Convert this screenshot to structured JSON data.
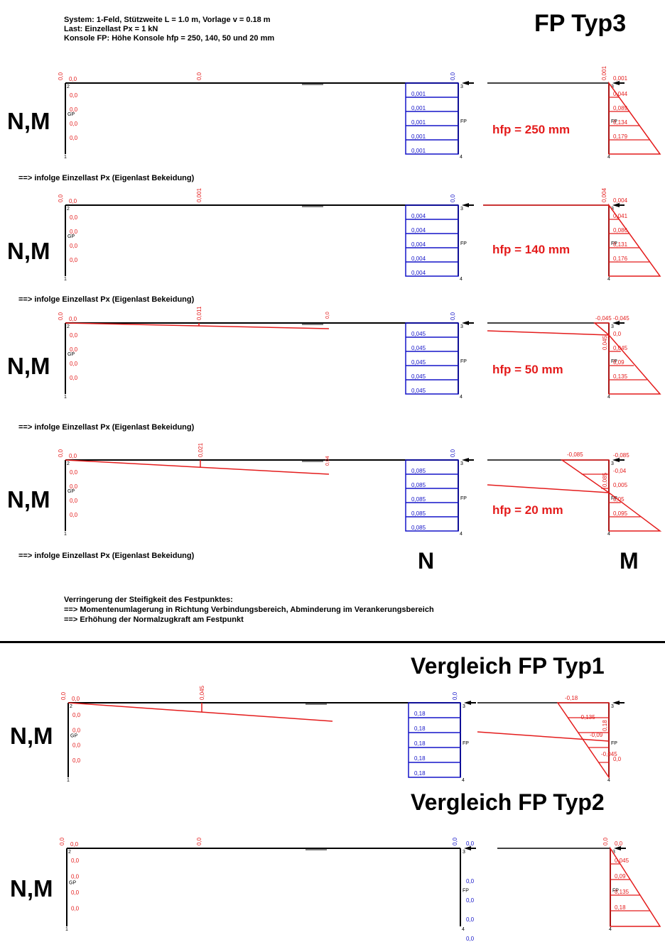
{
  "header": {
    "line1": "System: 1-Feld, Stützweite L = 1.0 m, Vorlage v = 0.18 m",
    "line2": "Last: Einzellast Px = 1 kN",
    "line3": "Konsole FP: Höhe Konsole hfp = 250, 140, 50 und 20 mm"
  },
  "title_main": "FP Typ3",
  "nm_label": "N,M",
  "note_text": "==> infolge Einzellast Px (Eigenlast Bekeidung)",
  "node_labels": {
    "n1": "1",
    "n2": "2",
    "n3": "3",
    "n4": "4",
    "gp": "GP",
    "fp": "FP"
  },
  "colors": {
    "moment": "#e41c1c",
    "normal": "#1414c8",
    "structure": "#000000"
  },
  "diagrams": [
    {
      "hfp": "hfp = 250 mm",
      "beam": [
        "0,0",
        "0,0",
        "0,0"
      ],
      "left_col": [
        "0,0",
        "0,0",
        "0,0",
        "0,0"
      ],
      "n_top": "0,0",
      "n_vals": [
        "0,001",
        "0,001",
        "0,001",
        "0,001",
        "0,001"
      ],
      "m_top": "0,001",
      "m_vals": [
        "0,001",
        "0,044",
        "0,089",
        "0,134",
        "0,179"
      ]
    },
    {
      "hfp": "hfp = 140 mm",
      "beam": [
        "0,0",
        "0,001",
        "0,0"
      ],
      "left_col": [
        "0,0",
        "0,0",
        "0,0",
        "0,0"
      ],
      "n_top": "0,0",
      "n_vals": [
        "0,004",
        "0,004",
        "0,004",
        "0,004",
        "0,004"
      ],
      "m_top": "0,004",
      "m_vals": [
        "0,004",
        "0,041",
        "0,086",
        "0,131",
        "0,176"
      ]
    },
    {
      "hfp": "hfp = 50 mm",
      "beam": [
        "0,0",
        "0,011",
        "0,0"
      ],
      "left_col": [
        "0,0",
        "0,0",
        "0,0",
        "0,0"
      ],
      "n_top": "0,0",
      "n_vals": [
        "0,045",
        "0,045",
        "0,045",
        "0,045",
        "0,045"
      ],
      "m_top": "-0,045",
      "m_mid": "0,045",
      "m_vals": [
        "-0,045",
        "0,0",
        "0,045",
        "0,09",
        "0,135"
      ]
    },
    {
      "hfp": "hfp = 20 mm",
      "beam": [
        "0,0",
        "0,021",
        "0,04"
      ],
      "left_col": [
        "0,0",
        "0,0",
        "0,0",
        "0,0"
      ],
      "n_top": "0,0",
      "n_vals": [
        "0,085",
        "0,085",
        "0,085",
        "0,085",
        "0,085"
      ],
      "m_top": "-0,085",
      "m_mid": "0,085",
      "m_vals": [
        "-0,085",
        "-0,04",
        "0,005",
        "0,05",
        "0,095"
      ]
    }
  ],
  "axis_n": "N",
  "axis_m": "M",
  "footer": {
    "line1": "Verringerung der Steifigkeit des Festpunktes:",
    "line2": "==> Momentenumlagerung in Richtung Verbindungsbereich, Abminderung im Verankerungsbereich",
    "line3": "==> Erhöhung der Normalzugkraft am Festpunkt"
  },
  "comparison1": {
    "title": "Vergleich FP Typ1",
    "beam": [
      "0,0",
      "0,045"
    ],
    "left_col": [
      "0,0",
      "0,0",
      "0,0",
      "0,0"
    ],
    "n_top": "0,0",
    "n_vals": [
      "0,18",
      "0,18",
      "0,18",
      "0,18",
      "0,18"
    ],
    "m_vals": [
      "-0,18",
      "-0,135",
      "-0,09",
      "-0,045",
      "0,0"
    ],
    "m_mid": "0,18"
  },
  "comparison2": {
    "title": "Vergleich FP Typ2",
    "beam": [
      "0,0",
      "0,0"
    ],
    "left_col": [
      "0,0",
      "0,0",
      "0,0",
      "0,0"
    ],
    "n_top": "0,0",
    "n_vals": [
      "0,0",
      "0,0",
      "0,0",
      "0,0",
      "0,0"
    ],
    "m_top": "0,0",
    "m_vals": [
      "0,0",
      "0,045",
      "0,09",
      "0,135",
      "0,18"
    ]
  }
}
